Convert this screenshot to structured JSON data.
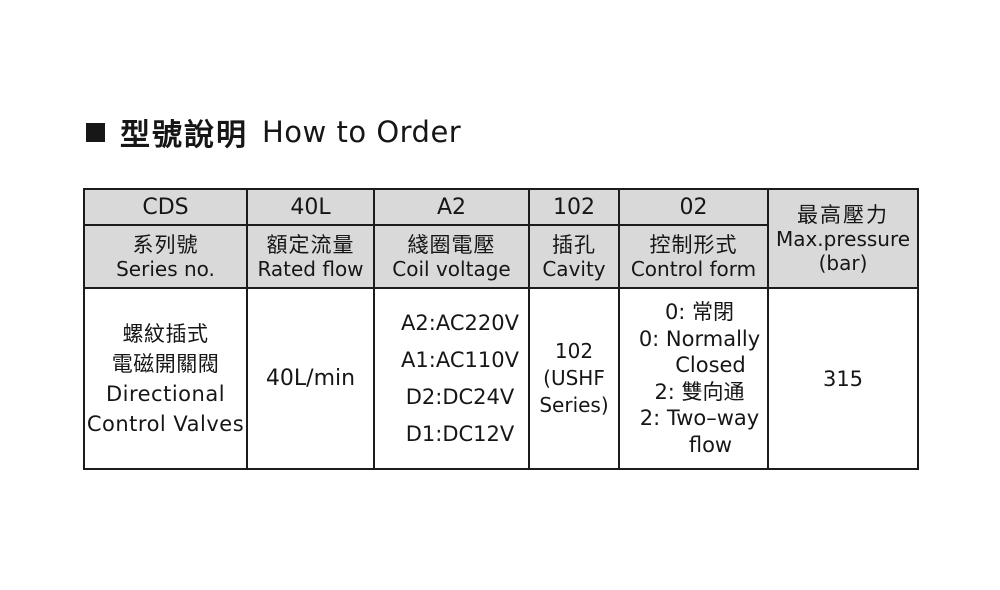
{
  "title": {
    "zh": "型號說明",
    "en": "How to Order"
  },
  "colors": {
    "header_bg": "#d9d9d9",
    "border": "#1c1c1c",
    "text": "#161616",
    "page_bg": "#ffffff"
  },
  "table": {
    "code_row": [
      "CDS",
      "40L",
      "A2",
      "102",
      "02"
    ],
    "label_row": [
      {
        "zh": "系列號",
        "en": "Series no."
      },
      {
        "zh": "額定流量",
        "en": "Rated flow"
      },
      {
        "zh": "綫圈電壓",
        "en": "Coil voltage"
      },
      {
        "zh": "插孔",
        "en": "Cavity"
      },
      {
        "zh": "控制形式",
        "en": "Control form"
      }
    ],
    "pressure_header": {
      "zh": "最高壓力",
      "en": "Max.pressure",
      "unit": "(bar)"
    },
    "body": {
      "series": [
        "螺紋插式",
        "電磁開關閥",
        "Directional",
        "Control Valves"
      ],
      "rated_flow": "40L/min",
      "coil_voltage": [
        "A2:AC220V",
        "A1:AC110V",
        "D2:DC24V",
        "D1:DC12V"
      ],
      "cavity": [
        "102",
        "(USHF",
        "Series)"
      ],
      "control_form": [
        "0: 常閉",
        "0: Normally",
        "Closed",
        "2: 雙向通",
        "2: Two–way",
        "flow"
      ],
      "max_pressure": "315"
    }
  }
}
